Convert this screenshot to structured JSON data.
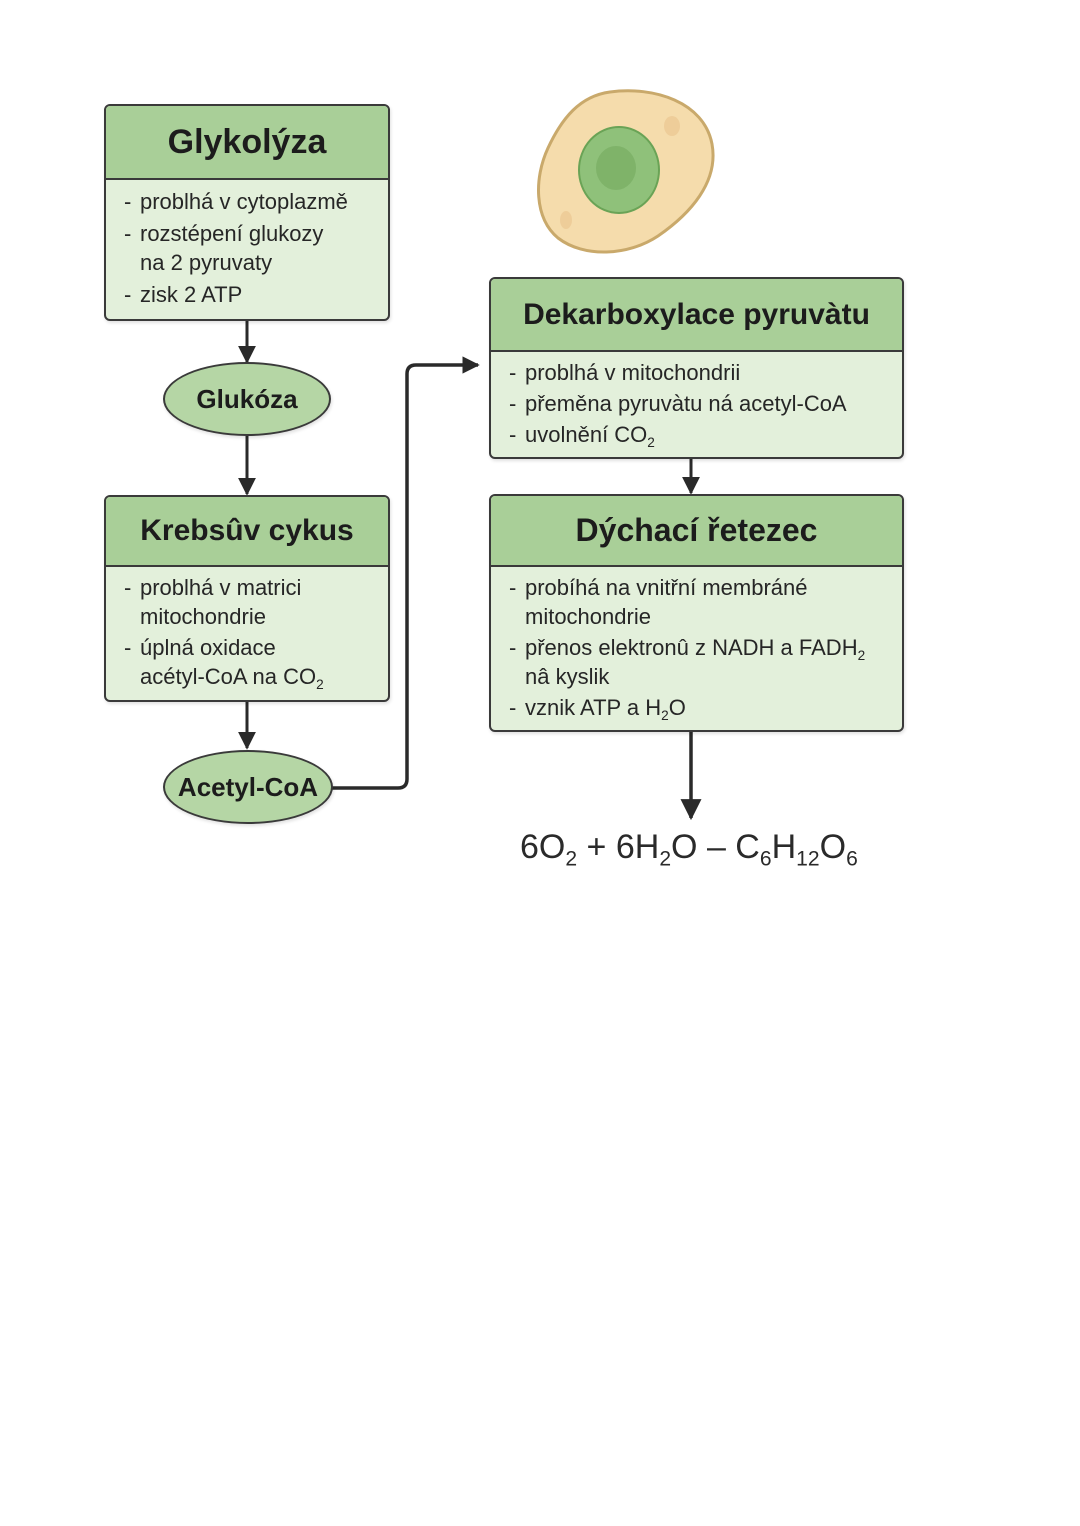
{
  "glycolysis": {
    "title": "Glykolýza",
    "items": [
      "problhá v cytoplazmě",
      "rozstépení glukozy",
      "zisk 2 ATP"
    ],
    "item_cont": "na 2 pyruvaty"
  },
  "glucose_oval": {
    "label": "Glukóza"
  },
  "krebs": {
    "title": "Krebsûv cykus",
    "item1": "problhá v matrici",
    "item1_cont": "mitochondrie",
    "item2": "úplná oxidace",
    "item2_cont_pre": "acétyl-CoA na CO",
    "item2_cont_sub": "2"
  },
  "acetyl_oval": {
    "label": "Acetyl-CoA"
  },
  "decarboxylation": {
    "title": "Dekarboxylace pyruvàtu",
    "item1": "problhá v mitochondrii",
    "item2": "přeměna pyruvàtu ná acetyl-CoA",
    "item3_pre": "uvolnění CO",
    "item3_sub": "2"
  },
  "respiratory_chain": {
    "title": "Dýchací řetezec",
    "item1": "probíhá na vnitřní membráné",
    "item1_cont": "mitochondrie",
    "item2_pre": "přenos elektronû z NADH a FADH",
    "item2_sub": "2",
    "item2_cont": "nâ kyslik",
    "item3_pre": "vznik ATP a H",
    "item3_sub": "2",
    "item3_post": "O"
  },
  "equation": {
    "t1": "6O",
    "s1": "2",
    "t2": " + 6H",
    "s2": "2",
    "t3": "O – C",
    "s3": "6",
    "t4": "H",
    "s4": "12",
    "t5": "O",
    "s5": "6"
  },
  "icons": {
    "cell": "cell-icon"
  },
  "colors": {
    "header_green": "#a9cf98",
    "body_green": "#e3f0db",
    "oval_green": "#b5d6a5",
    "cell_cytoplasm": "#f5dcac",
    "cell_nucleus": "#8fc17a"
  }
}
